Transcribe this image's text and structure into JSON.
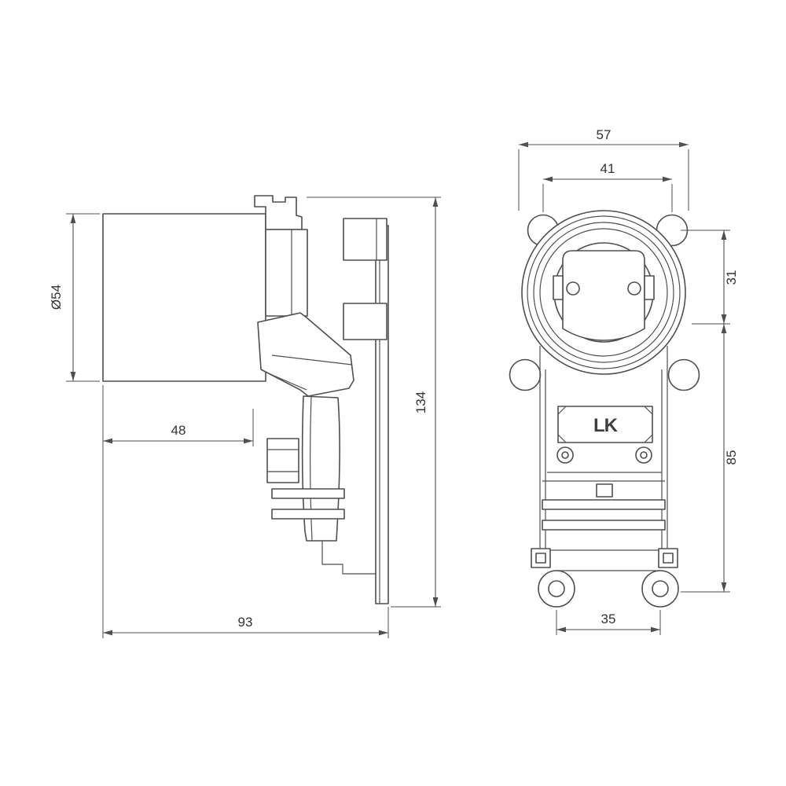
{
  "drawing": {
    "type": "technical-drawing-two-views",
    "line_color": "#4f4f4f",
    "background_color": "#ffffff"
  },
  "side_view": {
    "dim_diameter": "Ø54",
    "dim_offset": "48",
    "dim_depth": "93",
    "dim_height": "134"
  },
  "front_view": {
    "dim_width": "57",
    "dim_top_holes": "41",
    "dim_upper": "31",
    "dim_lower": "85",
    "dim_feet": "35",
    "logo": "LK"
  }
}
